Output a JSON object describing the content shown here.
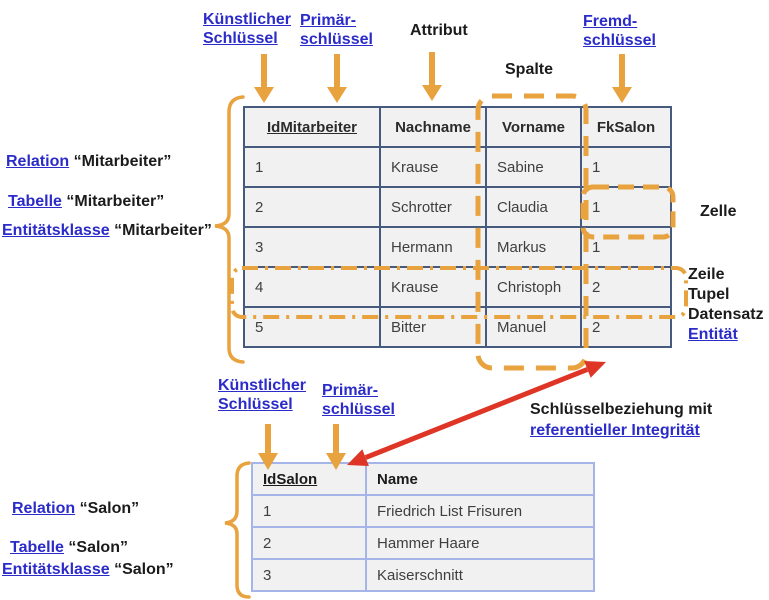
{
  "colors": {
    "accent_orange": "#E8A23E",
    "arrow_red": "#DE3526",
    "link_blue": "#2B2BC9",
    "table1_border": "#455A7D",
    "table2_border": "#A6B5E9",
    "cell_background": "#F1F1F2"
  },
  "annotations": {
    "kuenstlicher_top": {
      "l1": "Künstlicher",
      "l2": "Schlüssel"
    },
    "primaer_top": {
      "l1": "Primär-",
      "l2": "schlüssel"
    },
    "attribut": "Attribut",
    "spalte": "Spalte",
    "fremd": {
      "l1": "Fremd-",
      "l2": "schlüssel"
    },
    "zelle": "Zelle",
    "zeile": "Zeile",
    "tupel": "Tupel",
    "datensatz": "Datensatz",
    "entitaet": "Entität",
    "kuenstlicher_bottom": {
      "l1": "Künstlicher",
      "l2": "Schlüssel"
    },
    "primaer_bottom": {
      "l1": "Primär-",
      "l2": "schlüssel"
    },
    "beziehung": {
      "l1": "Schlüsselbeziehung mit",
      "l2": "referentieller Integrität"
    },
    "mitarbeiter_group": {
      "relation": "Relation",
      "tabelle": "Tabelle",
      "entitaetsklasse": "Entitätsklasse",
      "name": "“Mitarbeiter”"
    },
    "salon_group": {
      "relation": "Relation",
      "tabelle": "Tabelle",
      "entitaetsklasse": "Entitätsklasse",
      "name": "“Salon”"
    }
  },
  "mitarbeiter_table": {
    "headers": [
      "IdMitarbeiter",
      "Nachname",
      "Vorname",
      "FkSalon"
    ],
    "rows": [
      [
        "1",
        "Krause",
        "Sabine",
        "1"
      ],
      [
        "2",
        "Schrotter",
        "Claudia",
        "1"
      ],
      [
        "3",
        "Hermann",
        "Markus",
        "1"
      ],
      [
        "4",
        "Krause",
        "Christoph",
        "2"
      ],
      [
        "5",
        "Bitter",
        "Manuel",
        "2"
      ]
    ]
  },
  "salon_table": {
    "headers": [
      "IdSalon",
      "Name"
    ],
    "rows": [
      [
        "1",
        "Friedrich List Frisuren"
      ],
      [
        "2",
        "Hammer Haare"
      ],
      [
        "3",
        "Kaiserschnitt"
      ]
    ]
  }
}
